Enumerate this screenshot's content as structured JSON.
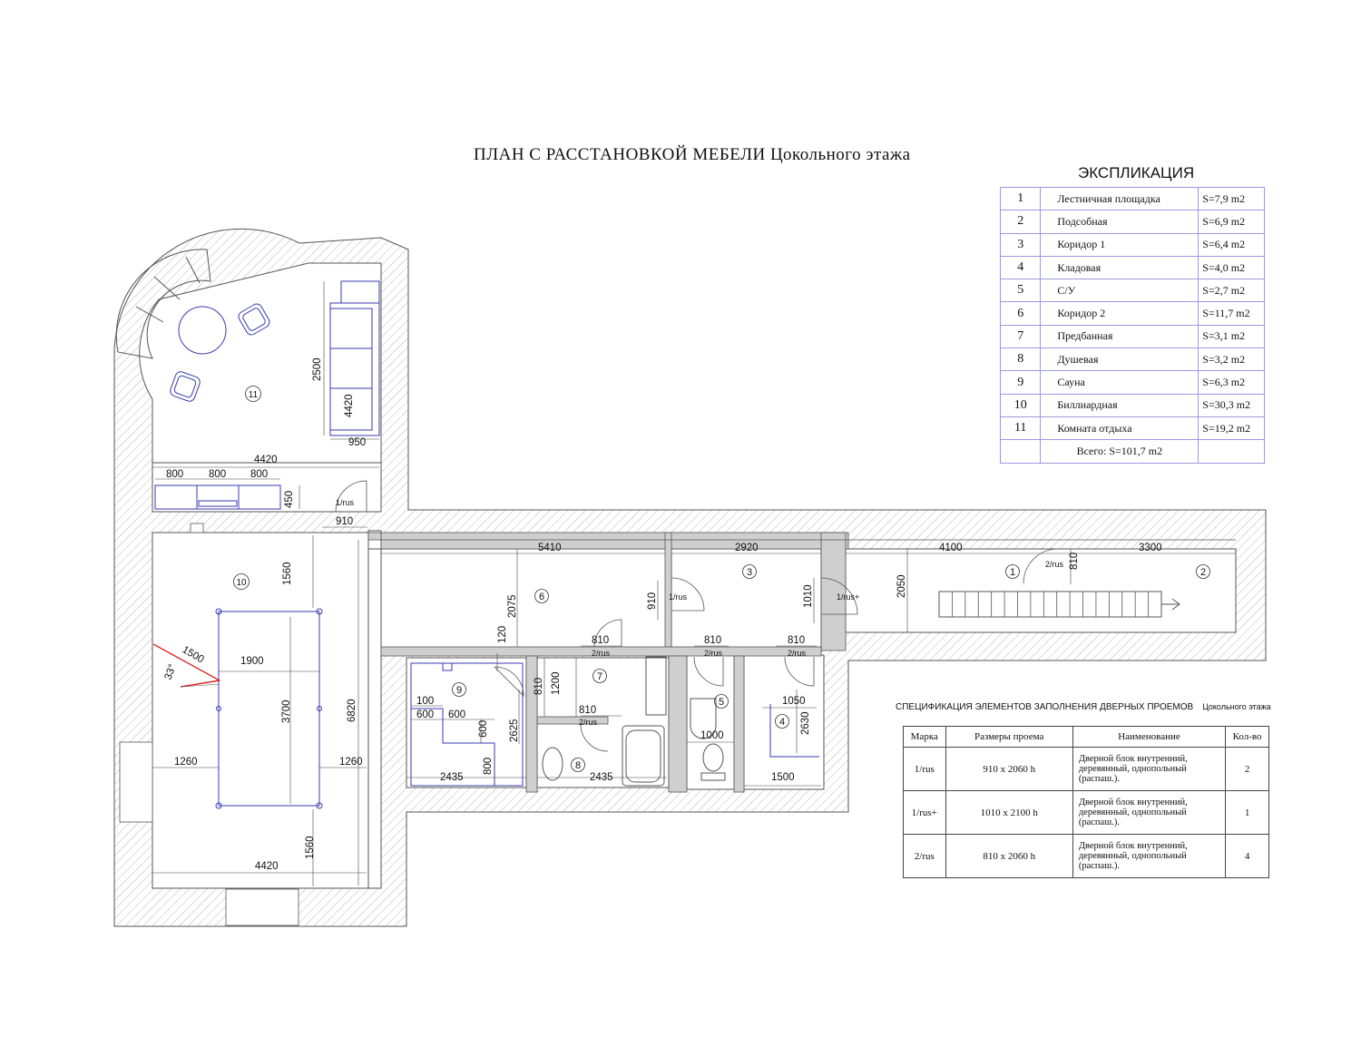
{
  "title": "ПЛАН С РАССТАНОВКОЙ МЕБЕЛИ Цокольного этажа",
  "explication": {
    "title": "ЭКСПЛИКАЦИЯ",
    "rows": [
      {
        "num": "1",
        "name": "Лестничная площадка",
        "area": "S=7,9 m2"
      },
      {
        "num": "2",
        "name": "Подсобная",
        "area": "S=6,9 m2"
      },
      {
        "num": "3",
        "name": "Коридор 1",
        "area": "S=6,4 m2"
      },
      {
        "num": "4",
        "name": "Кладовая",
        "area": "S=4,0 m2"
      },
      {
        "num": "5",
        "name": "С/У",
        "area": "S=2,7 m2"
      },
      {
        "num": "6",
        "name": "Коридор 2",
        "area": "S=11,7 m2"
      },
      {
        "num": "7",
        "name": "Предбанная",
        "area": "S=3,1 m2"
      },
      {
        "num": "8",
        "name": "Душевая",
        "area": "S=3,2 m2"
      },
      {
        "num": "9",
        "name": "Сауна",
        "area": "S=6,3 m2"
      },
      {
        "num": "10",
        "name": "Биллиардная",
        "area": "S=30,3 m2"
      },
      {
        "num": "11",
        "name": "Комната отдыха",
        "area": "S=19,2 m2"
      }
    ],
    "total": "Всего:   S=101,7 m2"
  },
  "spec": {
    "title": "СПЕЦИФИКАЦИЯ ЭЛЕМЕНТОВ ЗАПОЛНЕНИЯ ДВЕРНЫХ ПРОЕМОВ",
    "subtitle": "Цокольного этажа",
    "headers": [
      "Марка",
      "Размеры проема",
      "Наименование",
      "Кол-во"
    ],
    "rows": [
      {
        "mark": "1/rus",
        "size": "910 x 2060 h",
        "name": "Дверной блок внутренний, деревянный, однопольный (распаш.).",
        "qty": "2"
      },
      {
        "mark": "1/rus+",
        "size": "1010 x 2100 h",
        "name": "Дверной блок внутренний, деревянный, однопольный (распаш.).",
        "qty": "1"
      },
      {
        "mark": "2/rus",
        "size": "810 x 2060 h",
        "name": "Дверной блок внутренний, деревянный, однопольный (распаш.).",
        "qty": "4"
      }
    ]
  },
  "plan": {
    "room_numbers": [
      "1",
      "2",
      "3",
      "4",
      "5",
      "6",
      "7",
      "8",
      "9",
      "10",
      "11"
    ],
    "dimensions": {
      "d4420_top": "4420",
      "d800a": "800",
      "d800b": "800",
      "d800c": "800",
      "d450": "450",
      "d2500": "2500",
      "d4420_sofa": "4420",
      "d950": "950",
      "d910_door": "910",
      "d1560_top": "1560",
      "d1900": "1900",
      "d1500": "1500",
      "d33": "33°",
      "d3700": "3700",
      "d6820": "6820",
      "d1260_left": "1260",
      "d1260_right": "1260",
      "d1560_bot": "1560",
      "d4420_bot": "4420",
      "d5410": "5410",
      "d2920": "2920",
      "d4100": "4100",
      "d3300": "3300",
      "d2075": "2075",
      "d910_v": "910",
      "d1010": "1010",
      "d2050": "2050",
      "d810_v": "810",
      "d120": "120",
      "d810_a": "810",
      "d810_b": "810",
      "d810_c": "810",
      "d810_d": "810",
      "d810_e": "810",
      "d1200": "1200",
      "d100": "100",
      "d600a": "600",
      "d600b": "600",
      "d600c": "600",
      "d2625": "2625",
      "d800_sauna": "800",
      "d2435a": "2435",
      "d2435b": "2435",
      "d1000": "1000",
      "d1050": "1050",
      "d2630": "2630",
      "d1500_b": "1500"
    },
    "door_marks": {
      "m1": "1/rus",
      "m2": "1/rus",
      "m3": "1/rus+",
      "m4": "2/rus",
      "m5": "2/rus",
      "m6": "2/rus",
      "m7": "2/rus",
      "m8": "2/rus"
    }
  }
}
